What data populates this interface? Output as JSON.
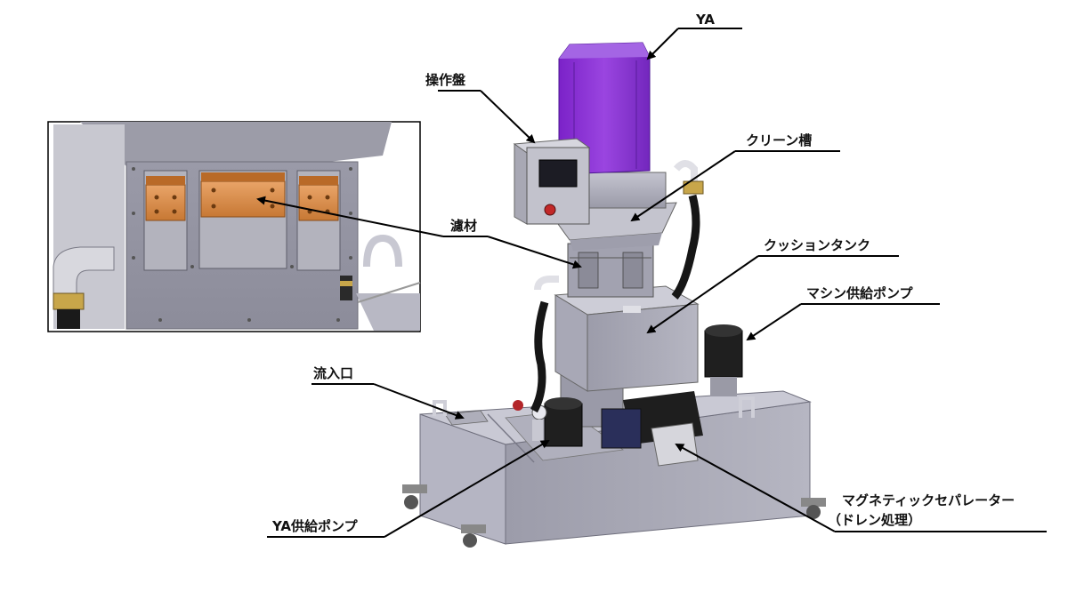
{
  "labels": {
    "ya": "YA",
    "control_panel": "操作盤",
    "clean_tank": "クリーン槽",
    "filter_media": "濾材",
    "cushion_tank": "クッションタンク",
    "machine_pump": "マシン供給ポンプ",
    "inlet": "流入口",
    "ya_pump": "YA供給ポンプ",
    "magnetic_separator_line1": "マグネティックセパレーター",
    "magnetic_separator_line2": "（ドレン処理）"
  },
  "colors": {
    "ya_unit": "#8a2fd6",
    "ya_unit_dark": "#6a1fb0",
    "filter_media": "#d98a4a",
    "machine_body": "#a9a9b8",
    "machine_dark": "#7d7d8c",
    "hose": "#1a1a1a"
  }
}
